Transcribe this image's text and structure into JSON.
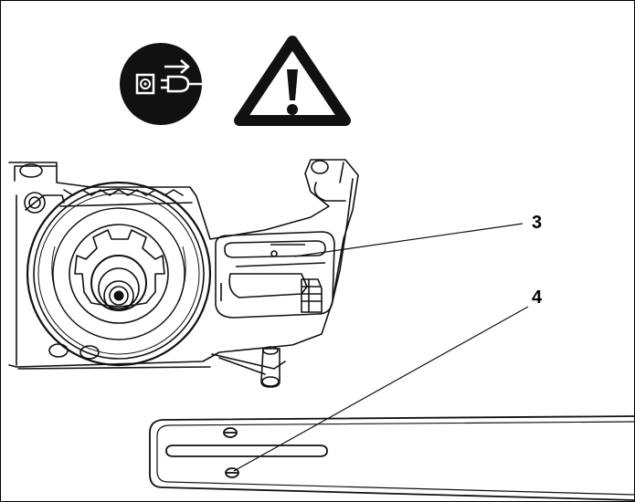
{
  "symbols": {
    "unplug_icon": "unplug-mains-plug-icon",
    "warning_icon": "warning-triangle-icon"
  },
  "callouts": [
    {
      "id": "3",
      "label": "3",
      "target": "bar-adjusting-slide"
    },
    {
      "id": "4",
      "label": "4",
      "target": "bar-adjusting-hole"
    }
  ],
  "colors": {
    "ink": "#000000",
    "paper": "#ffffff"
  }
}
